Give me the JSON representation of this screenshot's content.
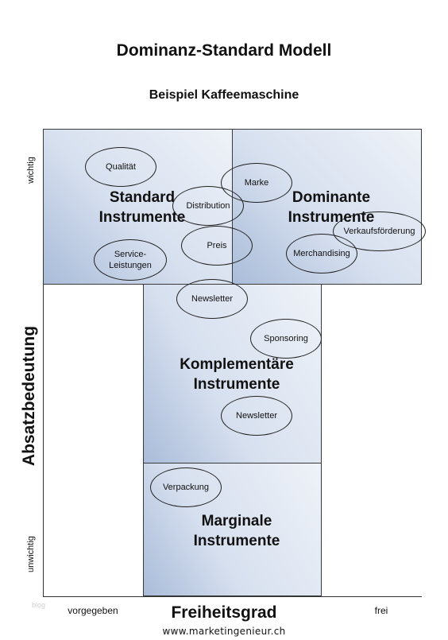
{
  "title": "Dominanz-Standard Modell",
  "subtitle": "Beispiel Kaffeemaschine",
  "boxes": {
    "standard": {
      "line1": "Standard",
      "line2": "Instrumente"
    },
    "dominant": {
      "line1": "Dominante",
      "line2": "Instrumente"
    },
    "komplementaer": {
      "line1": "Komplementäre",
      "line2": "Instrumente"
    },
    "marginal": {
      "line1": "Marginale",
      "line2": "Instrumente"
    }
  },
  "ellipses": {
    "qualitaet": "Qualität",
    "marke": "Marke",
    "distribution": "Distribution",
    "verkaufsfoerderung": "Verkaufsförderung",
    "preis": "Preis",
    "merchandising": "Merchandising",
    "service_line1": "Service-",
    "service_line2": "Leistungen",
    "newsletter_top": "Newsletter",
    "sponsoring": "Sponsoring",
    "newsletter_bottom": "Newsletter",
    "verpackung": "Verpackung"
  },
  "axes": {
    "y_title": "Absatzbedeutung",
    "y_high": "wichtig",
    "y_low": "unwichtig",
    "x_title": "Freiheitsgrad",
    "x_low": "vorgegeben",
    "x_high": "frei"
  },
  "watermark": "blog",
  "url": "www.marketingenieur.ch"
}
